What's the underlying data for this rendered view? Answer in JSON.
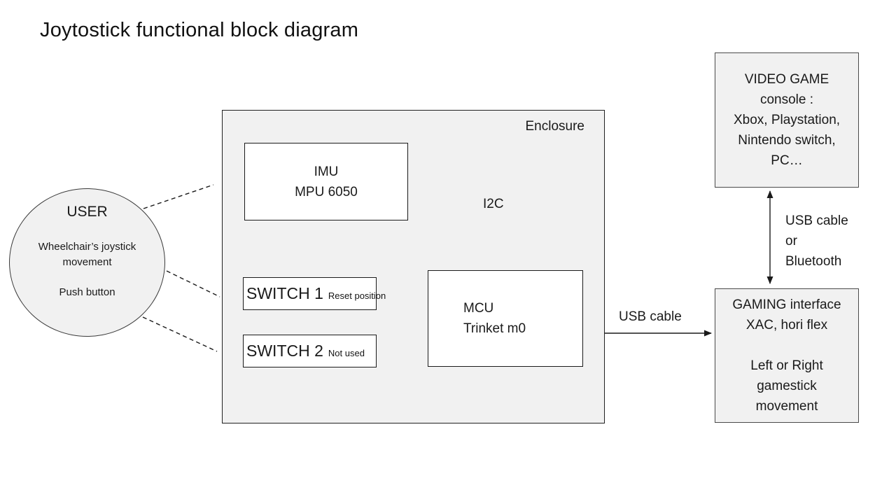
{
  "title": "Joytostick functional block diagram",
  "user_node": {
    "heading": "USER",
    "capability1": "Wheelchair’s joystick movement",
    "capability2": "Push button"
  },
  "enclosure": {
    "label": "Enclosure",
    "imu": {
      "name": "IMU",
      "part": "MPU 6050"
    },
    "switch1": {
      "label": "SWITCH 1",
      "note": "Reset position"
    },
    "switch2": {
      "label": "SWITCH 2",
      "note": "Not used"
    },
    "mcu": {
      "name": "MCU",
      "part": "Trinket m0"
    }
  },
  "links": {
    "i2c": "I2C",
    "usb": "USB cable",
    "console_link": [
      "USB cable",
      "or",
      "Bluetooth"
    ]
  },
  "video_game_console": {
    "lines": [
      "VIDEO GAME",
      "console :",
      "Xbox, Playstation,",
      "Nintendo switch,",
      "PC…"
    ]
  },
  "gaming_interface": {
    "lines": [
      "GAMING interface",
      "XAC, hori flex",
      "",
      "Left or Right",
      "gamestick",
      "movement"
    ]
  },
  "colors": {
    "background": "#ffffff",
    "node_fill": "#f1f1f1",
    "inner_box_fill": "#ffffff",
    "line": "#1a1a1a",
    "text": "#1a1a1a"
  }
}
